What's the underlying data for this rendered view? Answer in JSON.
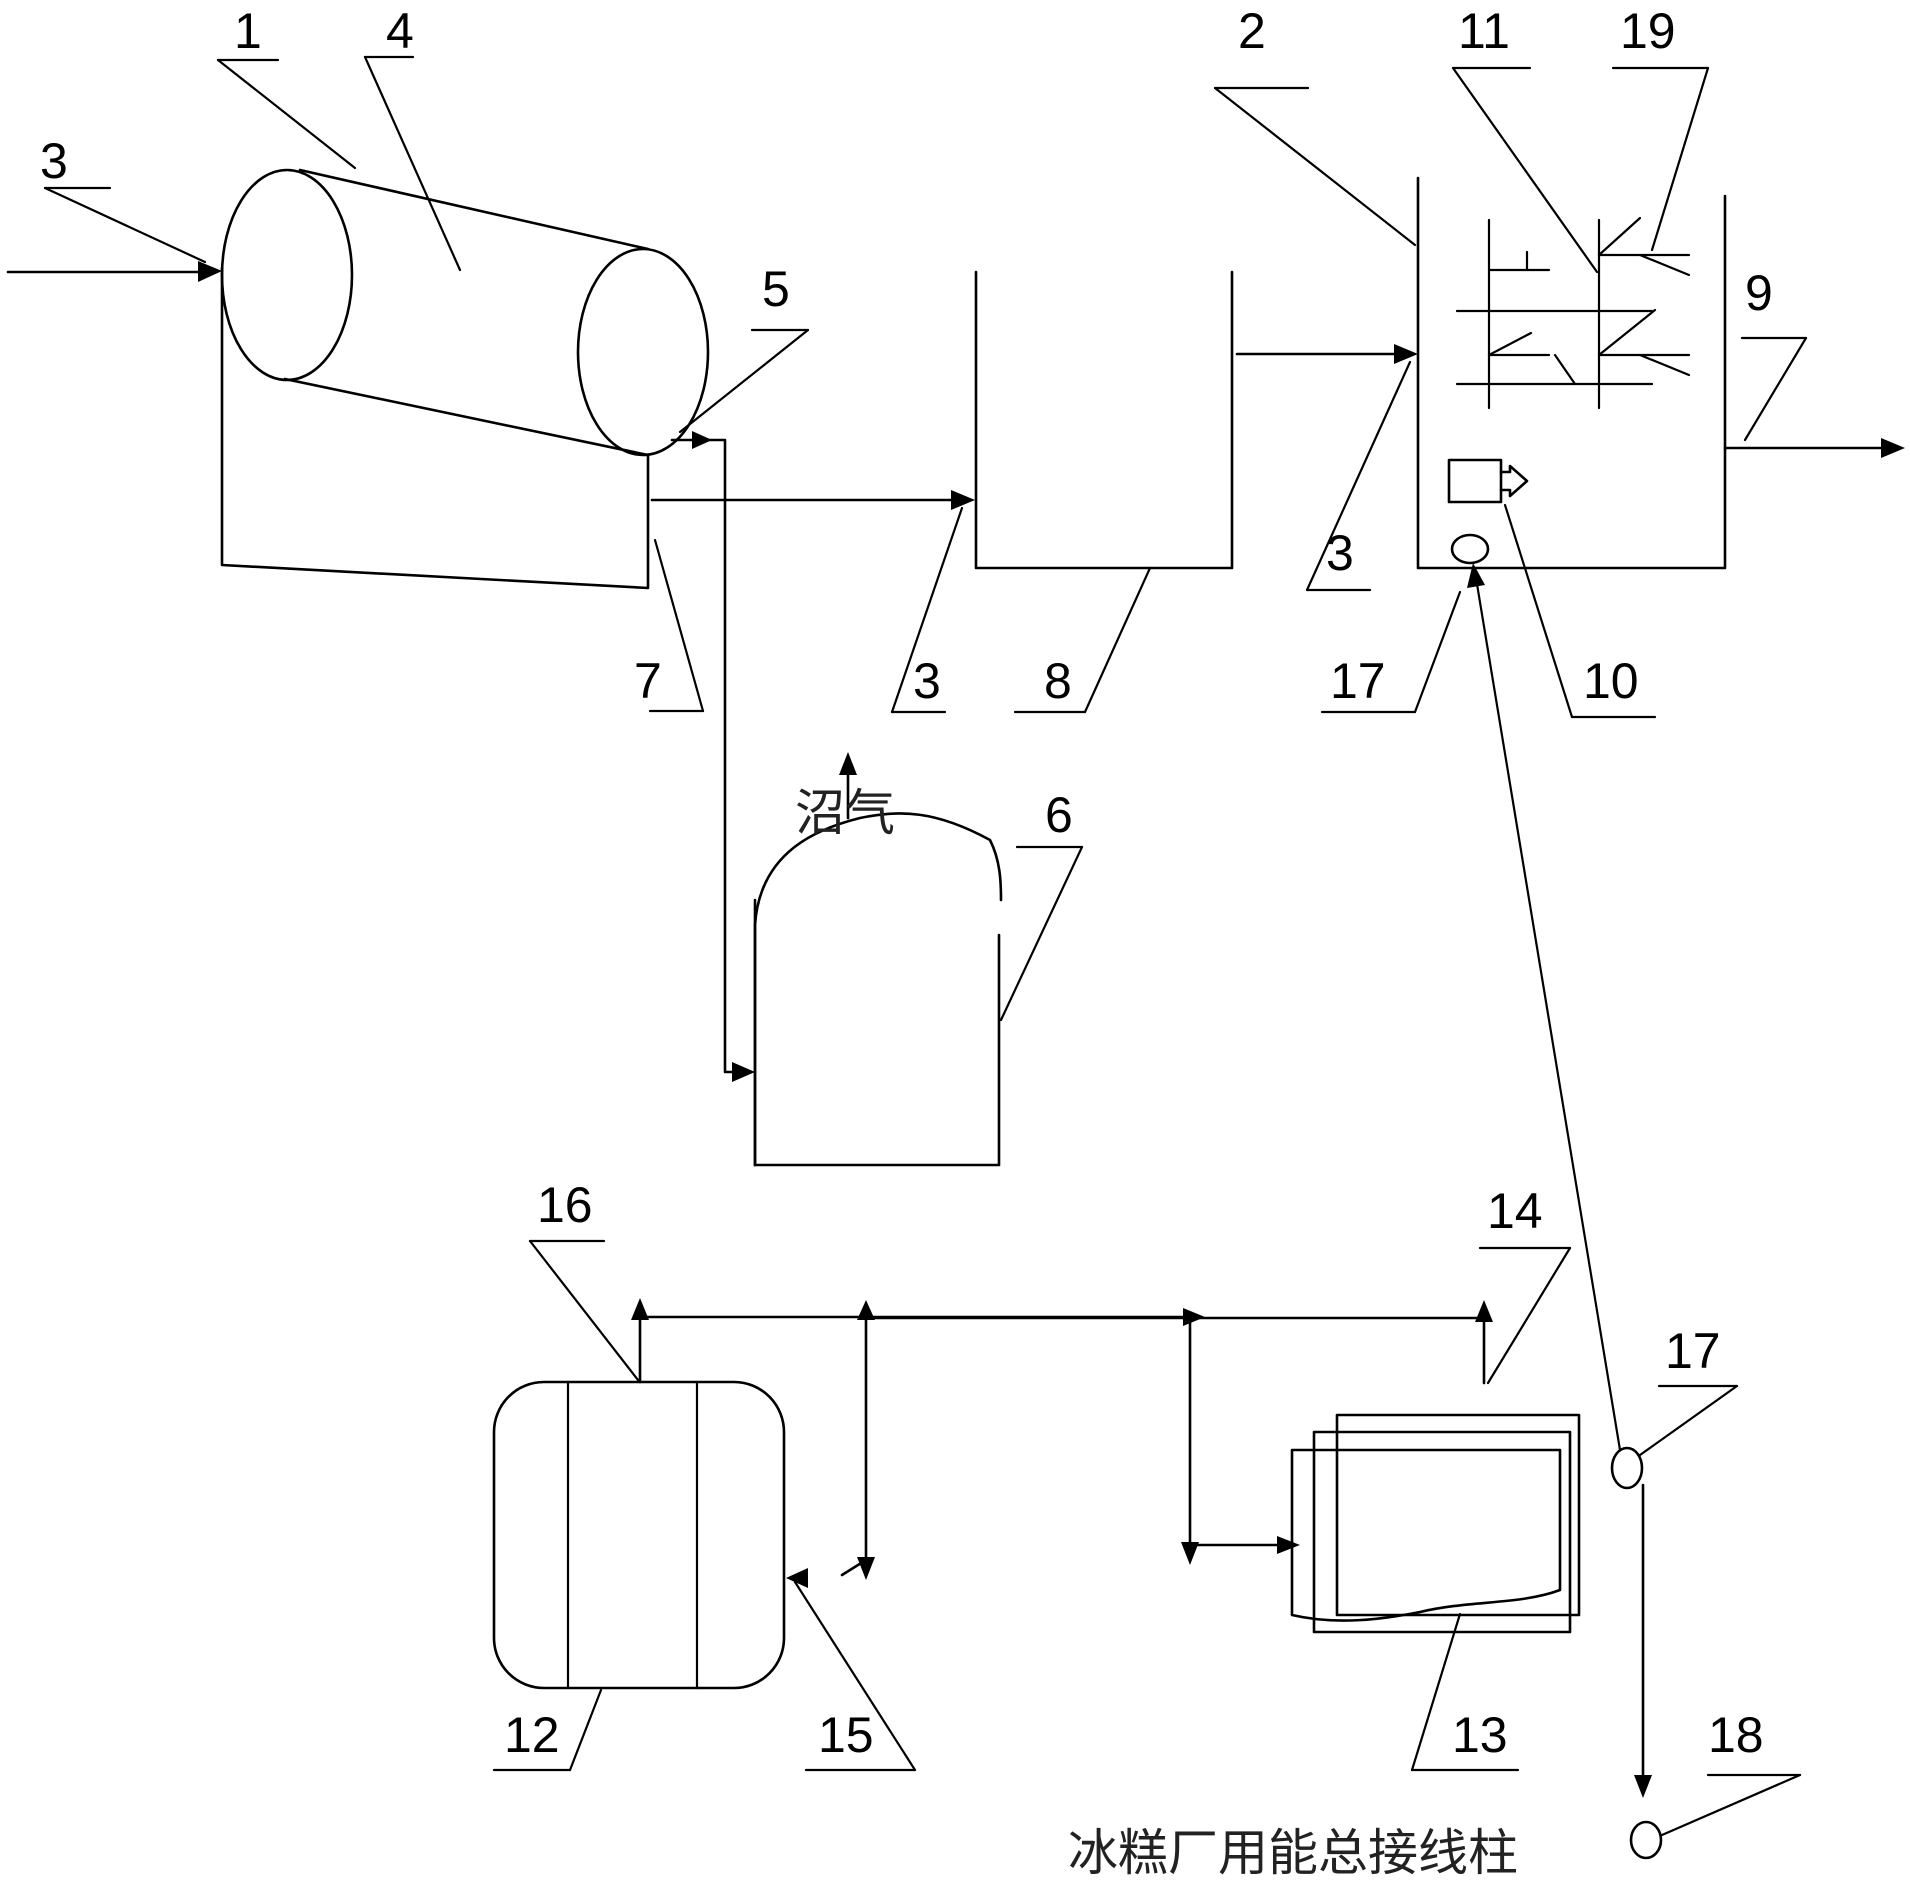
{
  "labels": {
    "n1": "1",
    "n2": "2",
    "n3": "3",
    "n4": "4",
    "n5": "5",
    "n6": "6",
    "n7": "7",
    "n8": "8",
    "n9": "9",
    "n10": "10",
    "n11": "11",
    "n12": "12",
    "n13": "13",
    "n14": "14",
    "n15": "15",
    "n16": "16",
    "n17": "17",
    "n18": "18",
    "n19": "19"
  },
  "text": {
    "biogas": "沼气",
    "terminal": "冰糕厂用能总接线柱"
  },
  "colors": {
    "line": "#000000",
    "background": "#ffffff"
  }
}
